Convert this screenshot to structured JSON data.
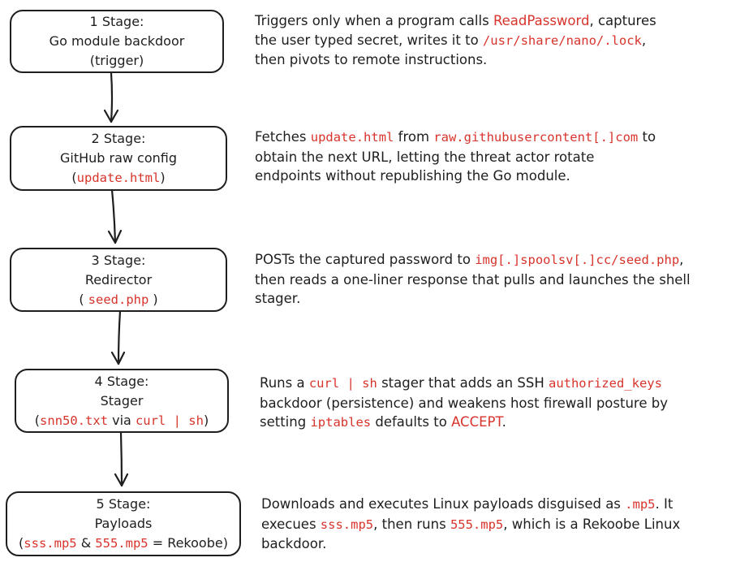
{
  "colors": {
    "ink": "#1e1e1e",
    "highlight": "#d8342c"
  },
  "stages": [
    {
      "line1": "1 Stage:",
      "line2": [
        {
          "t": "Go module backdoor"
        }
      ],
      "line3": [
        {
          "t": "(trigger)"
        }
      ],
      "desc": [
        [
          {
            "t": "Triggers only when a program calls "
          },
          {
            "t": "ReadPassword",
            "hl": true
          },
          {
            "t": ", captures"
          }
        ],
        [
          {
            "t": "the user typed secret, writes it to "
          },
          {
            "t": "/usr/share/nano/.lock",
            "hl": true,
            "mono": true
          },
          {
            "t": ","
          }
        ],
        [
          {
            "t": "then pivots to remote instructions."
          }
        ]
      ]
    },
    {
      "line1": "2 Stage:",
      "line2": [
        {
          "t": "GitHub raw config"
        }
      ],
      "line3": [
        {
          "t": "("
        },
        {
          "t": "update.html",
          "hl": true,
          "mono": true
        },
        {
          "t": ")"
        }
      ],
      "desc": [
        [
          {
            "t": "Fetches "
          },
          {
            "t": "update.html",
            "hl": true,
            "mono": true
          },
          {
            "t": " from "
          },
          {
            "t": "raw.githubusercontent[.]com",
            "hl": true,
            "mono": true
          },
          {
            "t": " to"
          }
        ],
        [
          {
            "t": "obtain the next URL, letting the threat actor rotate"
          }
        ],
        [
          {
            "t": "endpoints without republishing the Go module."
          }
        ]
      ]
    },
    {
      "line1": "3 Stage:",
      "line2": [
        {
          "t": "Redirector"
        }
      ],
      "line3": [
        {
          "t": "( "
        },
        {
          "t": "seed.php",
          "hl": true,
          "mono": true
        },
        {
          "t": " )"
        }
      ],
      "desc": [
        [
          {
            "t": "POSTs the captured password to "
          },
          {
            "t": "img[.]spoolsv[.]cc/seed.php",
            "hl": true,
            "mono": true
          },
          {
            "t": ","
          }
        ],
        [
          {
            "t": "then reads a one-liner response that pulls and launches the shell"
          }
        ],
        [
          {
            "t": "stager."
          }
        ]
      ]
    },
    {
      "line1": "4 Stage:",
      "line2": [
        {
          "t": "Stager"
        }
      ],
      "line3": [
        {
          "t": "("
        },
        {
          "t": "snn50.txt",
          "hl": true,
          "mono": true
        },
        {
          "t": " via "
        },
        {
          "t": "curl | sh",
          "hl": true,
          "mono": true
        },
        {
          "t": ")"
        }
      ],
      "desc": [
        [
          {
            "t": "Runs a "
          },
          {
            "t": "curl | sh",
            "hl": true,
            "mono": true
          },
          {
            "t": " stager that adds an SSH "
          },
          {
            "t": "authorized_keys",
            "hl": true,
            "mono": true
          }
        ],
        [
          {
            "t": "backdoor (persistence) and weakens host firewall posture by"
          }
        ],
        [
          {
            "t": "setting "
          },
          {
            "t": "iptables",
            "hl": true,
            "mono": true
          },
          {
            "t": " defaults to "
          },
          {
            "t": "ACCEPT",
            "hl": true
          },
          {
            "t": "."
          }
        ]
      ]
    },
    {
      "line1": "5 Stage:",
      "line2": [
        {
          "t": "Payloads"
        }
      ],
      "line3": [
        {
          "t": "("
        },
        {
          "t": "sss.mp5",
          "hl": true,
          "mono": true
        },
        {
          "t": " & "
        },
        {
          "t": "555.mp5",
          "hl": true,
          "mono": true
        },
        {
          "t": " = Rekoobe)"
        }
      ],
      "desc": [
        [
          {
            "t": "Downloads and executes Linux payloads disguised as "
          },
          {
            "t": ".mp5",
            "hl": true,
            "mono": true
          },
          {
            "t": ". It"
          }
        ],
        [
          {
            "t": "execues "
          },
          {
            "t": "sss.mp5",
            "hl": true,
            "mono": true
          },
          {
            "t": ", then runs "
          },
          {
            "t": "555.mp5",
            "hl": true,
            "mono": true
          },
          {
            "t": ", which is a Rekoobe Linux"
          }
        ],
        [
          {
            "t": "backdoor."
          }
        ]
      ]
    }
  ]
}
